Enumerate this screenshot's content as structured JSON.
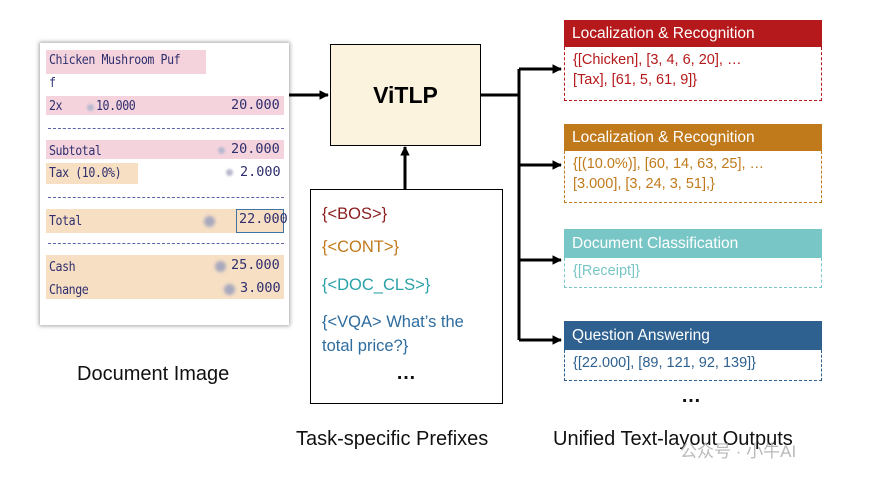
{
  "receipt": {
    "item_name_1": "Chicken Mushroom Puf",
    "item_name_2": "f",
    "qty": "2x",
    "unit_price": "10.000",
    "line_total": "20.000",
    "subtotal_label": "Subtotal",
    "subtotal_value": "20.000",
    "tax_label": "Tax (10.0%)",
    "tax_value": "2.000",
    "total_label": "Total",
    "total_value": "22.000",
    "cash_label": "Cash",
    "cash_value": "25.000",
    "change_label": "Change",
    "change_value": "3.000"
  },
  "captions": {
    "document_image": "Document Image",
    "task_prefixes": "Task-specific Prefixes",
    "unified_outputs": "Unified Text-layout Outputs"
  },
  "model": {
    "name": "ViTLP"
  },
  "prefixes": [
    {
      "text": "{<BOS>}",
      "color": "#8b1d1d"
    },
    {
      "text": "{<CONT>}",
      "color": "#c07a1c"
    },
    {
      "text": "{<DOC_CLS>}",
      "color": "#2aa2a7"
    },
    {
      "text": "{<VQA> What’s the",
      "color": "#2e6c9e"
    },
    {
      "text": "total price?}",
      "color": "#2e6c9e"
    }
  ],
  "prefix_ellipsis": "…",
  "outputs": [
    {
      "title": "Localization & Recognition",
      "color": "#b5191b",
      "lines": [
        "{[Chicken], [3, 4, 6, 20], …",
        "[Tax], [61, 5, 61, 9]}"
      ]
    },
    {
      "title": "Localization & Recognition",
      "color": "#c07a1c",
      "lines": [
        "{[(10.0%)], [60, 14, 63, 25], …",
        "[3.000], [3, 24, 3, 51],}"
      ]
    },
    {
      "title": "Document Classification",
      "color": "#79c6c6",
      "lines": [
        "{[Receipt]}"
      ]
    },
    {
      "title": "Question Answering",
      "color": "#2e6190",
      "lines": [
        "{[22.000], [89, 121, 92, 139]}"
      ]
    }
  ],
  "output_ellipsis": "…",
  "watermark": "公众号 · 小牛AI"
}
